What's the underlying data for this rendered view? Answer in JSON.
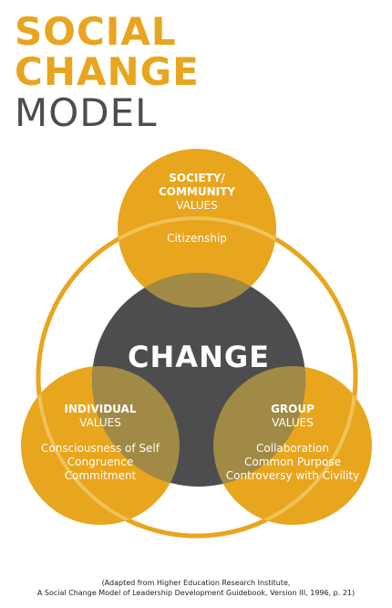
{
  "title": {
    "line1": "SOCIAL",
    "line2": "CHANGE",
    "line3": "MODEL"
  },
  "colors": {
    "gold": "#E8A51E",
    "gray": "#4D4D4F",
    "overlap": "#A08A45",
    "white": "#ffffff"
  },
  "center": {
    "label": "CHANGE"
  },
  "society": {
    "heading_line1": "SOCIETY/",
    "heading_line2": "COMMUNITY",
    "subheading": "VALUES",
    "items": [
      "Citizenship"
    ]
  },
  "individual": {
    "heading": "INDIVIDUAL",
    "subheading": "VALUES",
    "items": [
      "Consciousness of Self",
      "Congruence",
      "Commitment"
    ]
  },
  "group": {
    "heading": "GROUP",
    "subheading": "VALUES",
    "items": [
      "Collaboration",
      "Common Purpose",
      "Controversy with Civility"
    ]
  },
  "citation": {
    "line1": "(Adapted from Higher Education Research Institute,",
    "line2": "A Social Change Model of Leadership Development Guidebook, Version III, 1996, p. 21)"
  }
}
